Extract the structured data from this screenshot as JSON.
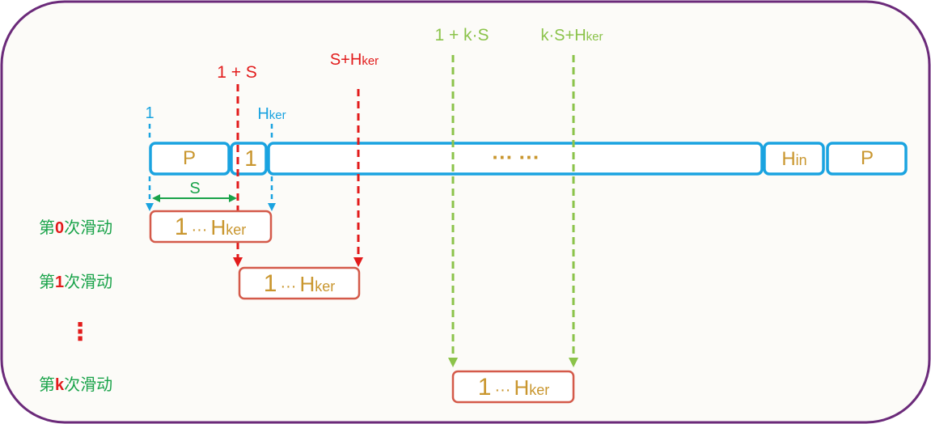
{
  "colors": {
    "frame_border": "#6b2a7a",
    "background": "#fcfbf8",
    "blue": "#1aa3e0",
    "red": "#e21b1b",
    "green_light": "#8bc34a",
    "green_dark": "#1aa34a",
    "gold": "#c9962e",
    "window_border": "#d45a4a"
  },
  "top_markers": {
    "one": "1",
    "h_ker": {
      "base": "H",
      "sub": "ker"
    },
    "one_plus_s": "1 + S",
    "s_plus_hker": {
      "base": "S+H",
      "sub": "ker"
    },
    "one_plus_ks": "1 + k·S",
    "ks_plus_hker": {
      "base": "k·S+H",
      "sub": "ker"
    }
  },
  "input_row": {
    "cells": [
      {
        "id": "pad-left",
        "text": "P"
      },
      {
        "id": "first",
        "text": "1"
      },
      {
        "id": "middle",
        "text": "··· ···"
      },
      {
        "id": "h-in",
        "base": "H",
        "sub": "in"
      },
      {
        "id": "pad-right",
        "text": "P"
      }
    ]
  },
  "stride_label": "S",
  "rows": [
    {
      "prefix": "第",
      "index": "0",
      "suffix": "次滑动",
      "window": {
        "start": "1",
        "dots": "···",
        "end_base": "H",
        "end_sub": "ker"
      }
    },
    {
      "prefix": "第",
      "index": "1",
      "suffix": "次滑动",
      "window": {
        "start": "1",
        "dots": "···",
        "end_base": "H",
        "end_sub": "ker"
      }
    },
    {
      "prefix": "第",
      "index": "k",
      "suffix": "次滑动",
      "window": {
        "start": "1",
        "dots": "···",
        "end_base": "H",
        "end_sub": "ker"
      }
    }
  ],
  "vertical_ellipsis": "⋮"
}
